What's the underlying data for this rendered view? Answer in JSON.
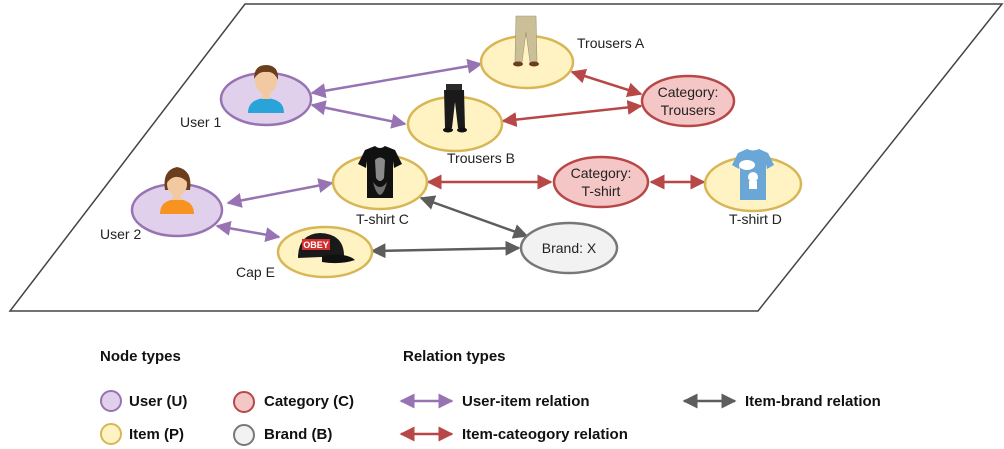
{
  "colors": {
    "user_fill": "#e0d0eb",
    "user_stroke": "#9773b4",
    "item_fill": "#fff3c4",
    "item_stroke": "#d8b655",
    "category_fill": "#f5c6c6",
    "category_stroke": "#b84747",
    "brand_fill": "#f2f2f2",
    "brand_stroke": "#777777",
    "user_item_edge": "#9773b4",
    "item_category_edge": "#b84747",
    "item_brand_edge": "#5d5d5d"
  },
  "nodes": {
    "user1": {
      "type": "user",
      "label": "User 1",
      "icon": "male-user-avatar-icon"
    },
    "user2": {
      "type": "user",
      "label": "User 2",
      "icon": "female-user-avatar-icon"
    },
    "trousersA": {
      "type": "item",
      "label": "Trousers A",
      "icon": "beige-trousers-icon"
    },
    "trousersB": {
      "type": "item",
      "label": "Trousers B",
      "icon": "black-trousers-icon"
    },
    "tshirtC": {
      "type": "item",
      "label": "T-shirt C",
      "icon": "black-tshirt-icon"
    },
    "tshirtD": {
      "type": "item",
      "label": "T-shirt D",
      "icon": "blue-tshirt-icon"
    },
    "capE": {
      "type": "item",
      "label": "Cap E",
      "icon": "black-cap-icon",
      "logo_text": "OBEY"
    },
    "catTrousers": {
      "type": "category",
      "label_lines": [
        "Category:",
        "Trousers"
      ]
    },
    "catTshirt": {
      "type": "category",
      "label_lines": [
        "Category:",
        "T-shirt"
      ]
    },
    "brandX": {
      "type": "brand",
      "label": "Brand: X"
    }
  },
  "edges": [
    {
      "from": "user1",
      "to": "trousersA",
      "relation": "user-item"
    },
    {
      "from": "user1",
      "to": "trousersB",
      "relation": "user-item"
    },
    {
      "from": "user2",
      "to": "tshirtC",
      "relation": "user-item"
    },
    {
      "from": "user2",
      "to": "capE",
      "relation": "user-item"
    },
    {
      "from": "trousersA",
      "to": "catTrousers",
      "relation": "item-category"
    },
    {
      "from": "trousersB",
      "to": "catTrousers",
      "relation": "item-category"
    },
    {
      "from": "tshirtC",
      "to": "catTshirt",
      "relation": "item-category"
    },
    {
      "from": "catTshirt",
      "to": "tshirtD",
      "relation": "item-category"
    },
    {
      "from": "tshirtC",
      "to": "brandX",
      "relation": "item-brand"
    },
    {
      "from": "capE",
      "to": "brandX",
      "relation": "item-brand"
    }
  ],
  "legend": {
    "node_types_title": "Node types",
    "relation_types_title": "Relation types",
    "node_types": [
      {
        "key": "user",
        "label": "User (U)"
      },
      {
        "key": "category",
        "label": "Category (C)"
      },
      {
        "key": "item",
        "label": "Item (P)"
      },
      {
        "key": "brand",
        "label": "Brand (B)"
      }
    ],
    "relation_types": [
      {
        "key": "user-item",
        "label": "User-item relation"
      },
      {
        "key": "item-brand",
        "label": "Item-brand relation"
      },
      {
        "key": "item-category",
        "label": "Item-cateogory relation"
      }
    ]
  }
}
